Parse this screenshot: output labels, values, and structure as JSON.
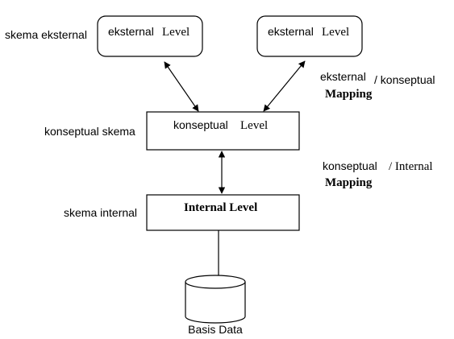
{
  "levels": {
    "external_left": {
      "label_part1": "eksternal",
      "label_part2": "Level"
    },
    "external_right": {
      "label_part1": "eksternal",
      "label_part2": "Level"
    },
    "conceptual": {
      "label_part1": "konseptual",
      "label_part2": "Level"
    },
    "internal": {
      "label": "Internal Level"
    }
  },
  "schemas": {
    "external": "skema eksternal",
    "conceptual": "konseptual  skema",
    "internal": "skema internal"
  },
  "mappings": {
    "external_conceptual": {
      "part1": "eksternal",
      "part2": "/ konseptual",
      "part3": "Mapping"
    },
    "conceptual_internal": {
      "part1": "konseptual",
      "part2": "/ Internal",
      "part3": "Mapping"
    }
  },
  "database": {
    "label": "Basis Data"
  }
}
